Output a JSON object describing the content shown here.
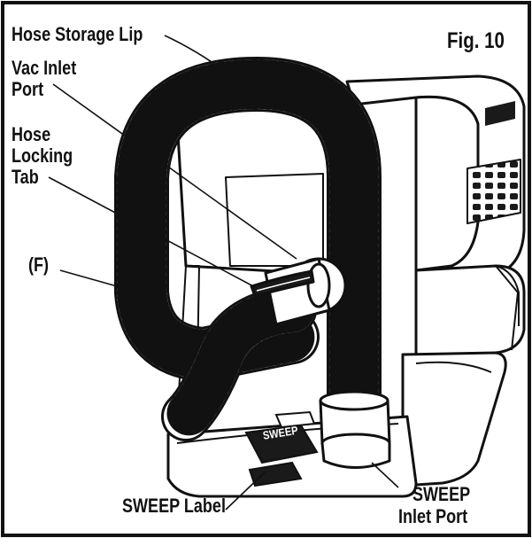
{
  "figure": {
    "title": "Fig. 10",
    "labels": {
      "hose_storage_lip": "Hose Storage Lip",
      "vac_inlet_port_1": "Vac Inlet",
      "vac_inlet_port_2": "Port",
      "hose_locking_tab_1": "Hose",
      "hose_locking_tab_2": "Locking",
      "hose_locking_tab_3": "Tab",
      "f": "(F)",
      "sweep_label": "SWEEP Label",
      "sweep_inlet_port_1": "SWEEP",
      "sweep_inlet_port_2": "Inlet Port",
      "decal_text": "SWEEP"
    }
  }
}
